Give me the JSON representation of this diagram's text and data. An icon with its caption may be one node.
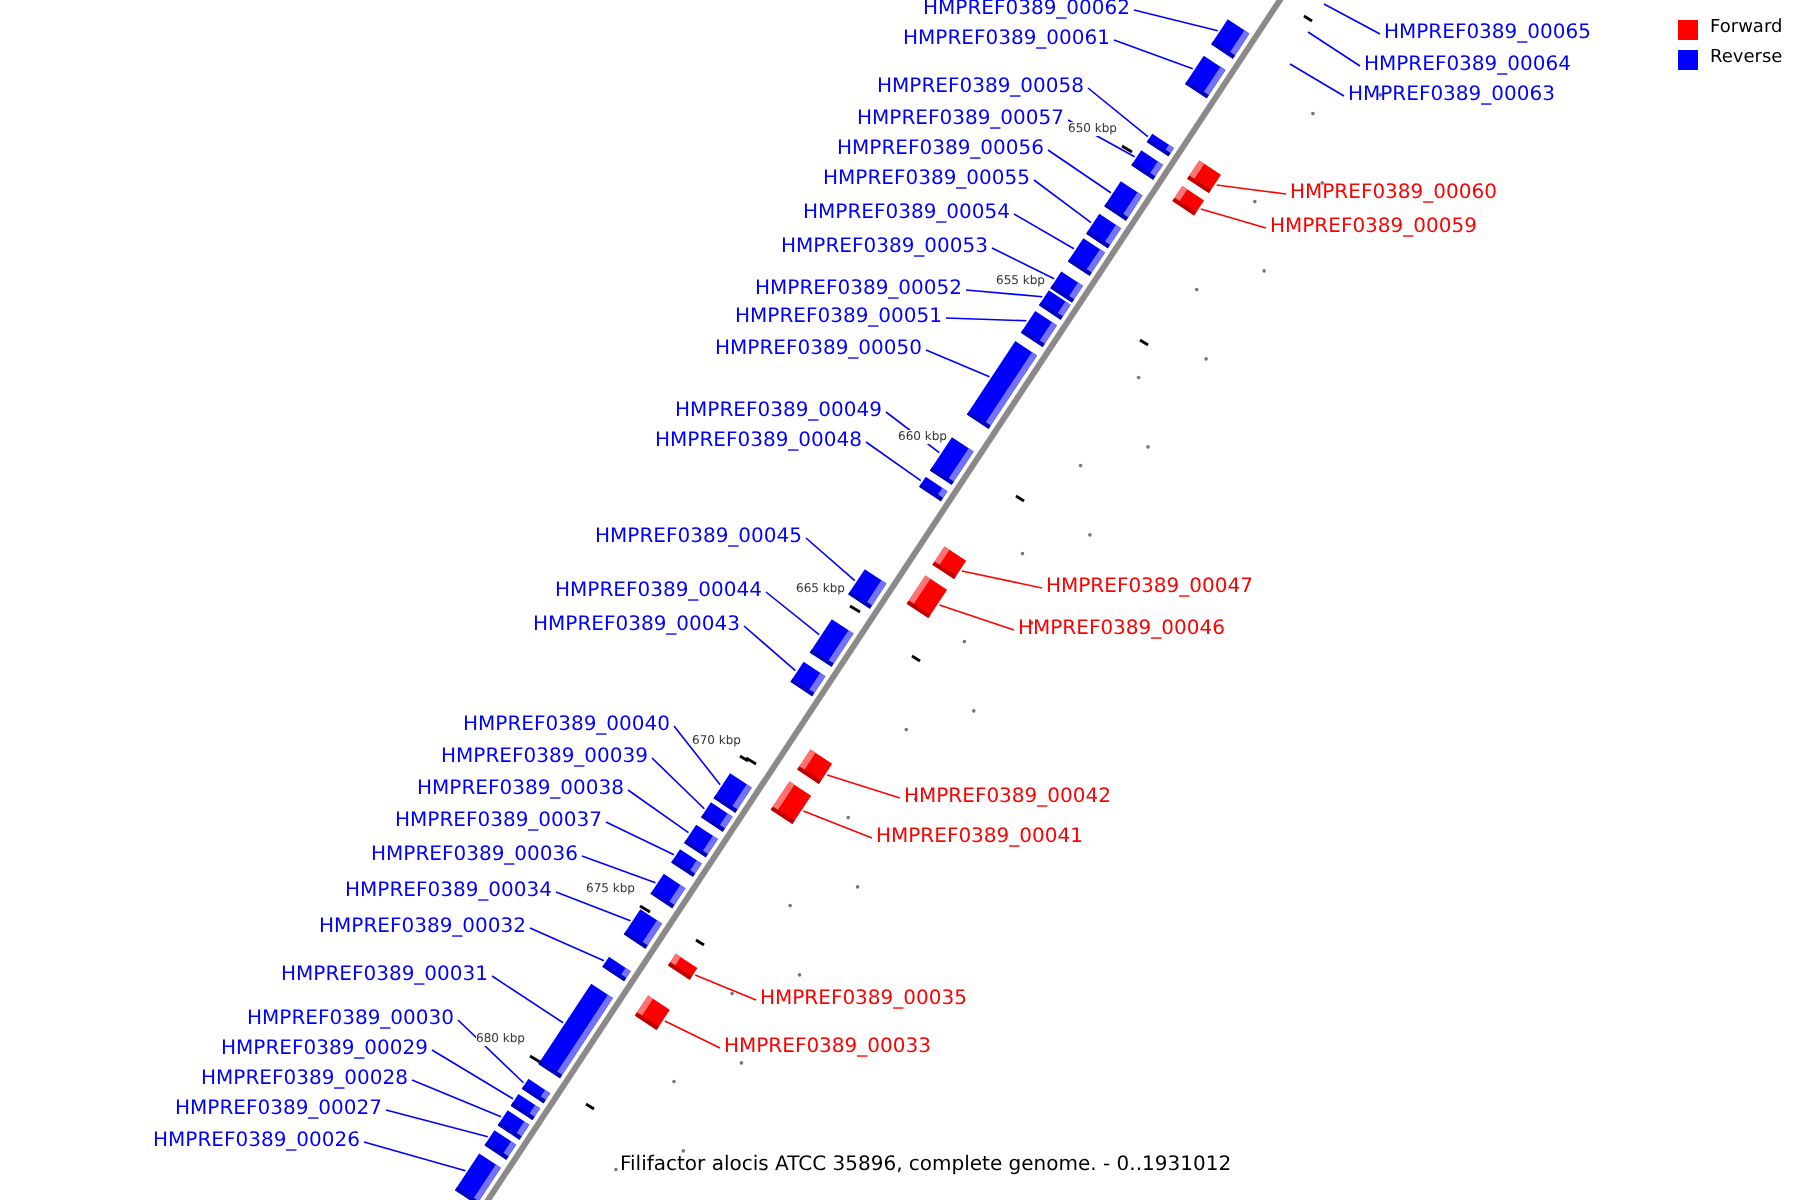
{
  "diagram": {
    "caption": "Filifactor alocis ATCC 35896, complete genome. - 0..1931012",
    "nodes": [
      {
        "text": [
          "HMPREF0389_00062"
        ]
      },
      {
        "text": [
          "HMPREF0389_00065"
        ]
      },
      {
        "text": [
          "HMPREF0389_00061"
        ]
      },
      {
        "text": [
          "HMPREF0389_00064"
        ]
      },
      {
        "text": [
          "HMPREF0389_00058"
        ]
      },
      {
        "text": [
          "HMPREF0389_00063"
        ]
      },
      {
        "text": [
          "HMPREF0389_00057"
        ]
      },
      {
        "text": [
          "HMPREF0389_00056"
        ]
      },
      {
        "text": [
          "HMPREF0389_00055"
        ]
      },
      {
        "text": [
          "HMPREF0389_00060"
        ]
      },
      {
        "text": [
          "HMPREF0389_00054"
        ]
      },
      {
        "text": [
          "HMPREF0389_00059"
        ]
      },
      {
        "text": [
          "HMPREF0389_00053"
        ]
      },
      {
        "text": [
          "HMPREF0389_00052"
        ]
      },
      {
        "text": [
          "HMPREF0389_00051"
        ]
      },
      {
        "text": [
          "HMPREF0389_00050"
        ]
      },
      {
        "text": [
          "HMPREF0389_00049"
        ]
      },
      {
        "text": [
          "HMPREF0389_00048"
        ]
      },
      {
        "text": [
          "HMPREF0389_00045"
        ]
      },
      {
        "text": [
          "HMPREF0389_00047"
        ]
      },
      {
        "text": [
          "HMPREF0389_00044"
        ]
      },
      {
        "text": [
          "HMPREF0389_00043"
        ]
      },
      {
        "text": [
          "HMPREF0389_00046"
        ]
      },
      {
        "text": [
          "HMPREF0389_00040"
        ]
      },
      {
        "text": [
          "HMPREF0389_00039"
        ]
      },
      {
        "text": [
          "HMPREF0389_00038"
        ]
      },
      {
        "text": [
          "HMPREF0389_00042"
        ]
      },
      {
        "text": [
          "HMPREF0389_00037"
        ]
      },
      {
        "text": [
          "HMPREF0389_00041"
        ]
      },
      {
        "text": [
          "HMPREF0389_00036"
        ]
      },
      {
        "text": [
          "HMPREF0389_00034"
        ]
      },
      {
        "text": [
          "HMPREF0389_00032"
        ]
      },
      {
        "text": [
          "HMPREF0389_00031"
        ]
      },
      {
        "text": [
          "HMPREF0389_00035"
        ]
      },
      {
        "text": [
          "HMPREF0389_00030"
        ]
      },
      {
        "text": [
          "HMPREF0389_00033"
        ]
      },
      {
        "text": [
          "HMPREF0389_00029"
        ]
      },
      {
        "text": [
          "HMPREF0389_00028"
        ]
      },
      {
        "text": [
          "HMPREF0389_00027"
        ]
      },
      {
        "text": [
          "HMPREF0389_00026"
        ]
      },
      {
        "text": [],
        "shape": "bar"
      },
      {
        "text": [],
        "shape": "bar"
      },
      {
        "text": [],
        "shape": "bar"
      },
      {
        "text": [],
        "shape": "bar"
      },
      {
        "text": [],
        "shape": "bar"
      },
      {
        "text": [],
        "shape": "bar"
      },
      {
        "text": [],
        "shape": "bar"
      },
      {
        "text": [],
        "shape": "bar"
      },
      {
        "text": [],
        "shape": "bar"
      },
      {
        "text": [],
        "shape": "bar"
      },
      {
        "text": [],
        "shape": "bar"
      },
      {
        "text": [],
        "shape": "bar"
      },
      {
        "text": [],
        "shape": "bar"
      },
      {
        "text": [],
        "shape": "bar"
      },
      {
        "text": [],
        "shape": "bar"
      },
      {
        "text": [],
        "shape": "bar"
      },
      {
        "text": [],
        "shape": "bar"
      },
      {
        "text": [],
        "shape": "bar"
      },
      {
        "text": [],
        "shape": "bar"
      },
      {
        "text": [],
        "shape": "bar"
      },
      {
        "text": [],
        "shape": "bar"
      },
      {
        "text": [],
        "shape": "bar"
      },
      {
        "text": [],
        "shape": "bar"
      },
      {
        "text": [],
        "shape": "bar"
      },
      {
        "text": [],
        "shape": "bar"
      },
      {
        "text": [],
        "shape": "bar"
      },
      {
        "text": [],
        "shape": "bar"
      },
      {
        "text": [],
        "shape": "bar"
      },
      {
        "text": [],
        "shape": "bar"
      },
      {
        "text": [],
        "shape": "bar"
      },
      {
        "text": [],
        "shape": "bar"
      },
      {
        "text": [],
        "shape": "bar"
      },
      {
        "text": [],
        "shape": "bar"
      },
      {
        "text": [],
        "shape": "bar"
      },
      {
        "text": [],
        "shape": "bar"
      },
      {
        "text": [],
        "shape": "bar"
      },
      {
        "text": [],
        "shape": "bar"
      }
    ],
    "edges": [
      {
        "from": 0,
        "to": 40,
        "arrow": "none"
      },
      {
        "from": 1,
        "to": null,
        "arrow": "none"
      },
      {
        "from": 2,
        "to": 41,
        "arrow": "none"
      },
      {
        "from": 3,
        "to": null,
        "arrow": "none"
      },
      {
        "from": 4,
        "to": 43,
        "arrow": "none"
      },
      {
        "from": 5,
        "to": null,
        "arrow": "none"
      },
      {
        "from": 6,
        "to": 44,
        "arrow": "none"
      },
      {
        "from": 7,
        "to": 46,
        "arrow": "none"
      },
      {
        "from": 8,
        "to": 47,
        "arrow": "none"
      },
      {
        "from": 9,
        "to": 42,
        "arrow": "none",
        "color": "#ff0000"
      },
      {
        "from": 10,
        "to": 48,
        "arrow": "none"
      },
      {
        "from": 11,
        "to": 45,
        "arrow": "none",
        "color": "#ff0000"
      },
      {
        "from": 12,
        "to": 49,
        "arrow": "none"
      },
      {
        "from": 13,
        "to": 50,
        "arrow": "none"
      },
      {
        "from": 14,
        "to": 51,
        "arrow": "none"
      },
      {
        "from": 15,
        "to": 52,
        "arrow": "none"
      },
      {
        "from": 16,
        "to": 53,
        "arrow": "none"
      },
      {
        "from": 17,
        "to": 54,
        "arrow": "none"
      },
      {
        "from": 18,
        "to": 57,
        "arrow": "none"
      },
      {
        "from": 19,
        "to": 55,
        "arrow": "none",
        "color": "#ff0000"
      },
      {
        "from": 20,
        "to": 58,
        "arrow": "none"
      },
      {
        "from": 21,
        "to": 59,
        "arrow": "none"
      },
      {
        "from": 22,
        "to": 56,
        "arrow": "none",
        "color": "#ff0000"
      },
      {
        "from": 23,
        "to": 62,
        "arrow": "none"
      },
      {
        "from": 24,
        "to": 63,
        "arrow": "none"
      },
      {
        "from": 25,
        "to": 64,
        "arrow": "none"
      },
      {
        "from": 26,
        "to": 60,
        "arrow": "none",
        "color": "#ff0000"
      },
      {
        "from": 27,
        "to": 65,
        "arrow": "none"
      },
      {
        "from": 28,
        "to": 61,
        "arrow": "none",
        "color": "#ff0000"
      },
      {
        "from": 29,
        "to": 66,
        "arrow": "none"
      },
      {
        "from": 30,
        "to": 67,
        "arrow": "none"
      },
      {
        "from": 31,
        "to": 69,
        "arrow": "none"
      },
      {
        "from": 32,
        "to": 71,
        "arrow": "none"
      },
      {
        "from": 33,
        "to": 68,
        "arrow": "none",
        "color": "#ff0000"
      },
      {
        "from": 34,
        "to": 72,
        "arrow": "none"
      },
      {
        "from": 35,
        "to": 70,
        "arrow": "none",
        "color": "#ff0000"
      },
      {
        "from": 36,
        "to": 73,
        "arrow": "none"
      },
      {
        "from": 37,
        "to": 74,
        "arrow": "none"
      },
      {
        "from": 38,
        "to": 75,
        "arrow": "none"
      },
      {
        "from": 39,
        "to": 76,
        "arrow": "none"
      }
    ],
    "labels": [
      "650 kbp",
      "655 kbp",
      "660 kbp",
      "665 kbp",
      "670 kbp",
      "675 kbp",
      "680 kbp"
    ],
    "legend": [
      {
        "text": "Forward",
        "color": "#ff0000"
      },
      {
        "text": "Reverse",
        "color": "#0000ff"
      }
    ]
  }
}
